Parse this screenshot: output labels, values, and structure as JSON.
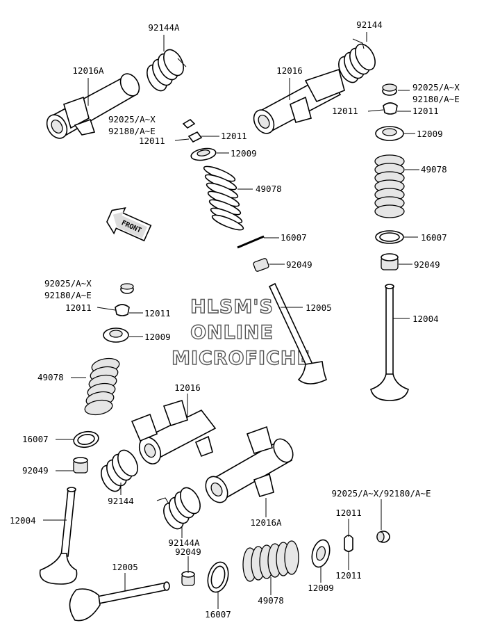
{
  "watermark": {
    "line1": "HLSM'S",
    "line2": "ONLINE",
    "line3": "MICROFICHE"
  },
  "front_arrow": {
    "label": "FRONT"
  },
  "labels": {
    "l01": "92144A",
    "l02": "92144",
    "l03": "12016A",
    "l04": "12016",
    "l05": "92025/A~X",
    "l06": "92180/A~E",
    "l07": "12011",
    "l08": "12011",
    "l09": "92025/A~X",
    "l10": "92180/A~E",
    "l11": "12011",
    "l12": "12011",
    "l13": "12009",
    "l14": "12009",
    "l15": "49078",
    "l16": "49078",
    "l17": "16007",
    "l18": "16007",
    "l19": "92049",
    "l20": "92049",
    "l21": "92025/A~X",
    "l22": "92180/A~E",
    "l23": "12011",
    "l24": "12011",
    "l25": "12005",
    "l26": "12004",
    "l27": "12009",
    "l28": "49078",
    "l29": "12016",
    "l30": "16007",
    "l31": "92049",
    "l32": "92144",
    "l33": "12016A",
    "l34": "12004",
    "l35": "92025/A~X/92180/A~E",
    "l36": "12011",
    "l37": "12011",
    "l38": "92144A",
    "l39": "92049",
    "l40": "12005",
    "l41": "16007",
    "l42": "49078",
    "l43": "12009"
  }
}
